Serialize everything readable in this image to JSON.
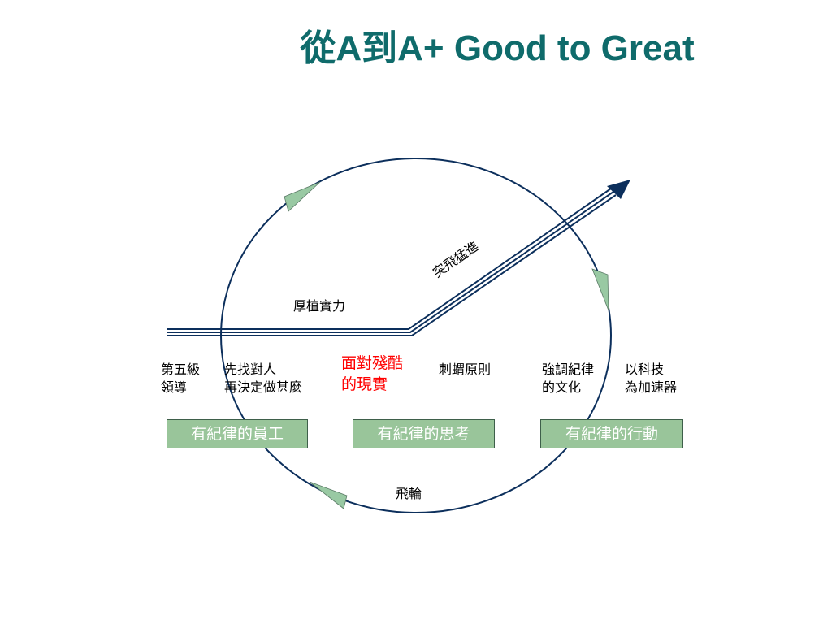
{
  "colors": {
    "title": "#0f6b6b",
    "circle": "#0c2f5c",
    "arrow": "#0c2f5c",
    "flow_marker": "#99c9a3",
    "box_fill": "#99c59a",
    "emphasis": "#ff0000"
  },
  "title": "從A到A+ Good to Great",
  "labels": {
    "foundation": "厚植實力",
    "breakthrough": "突飛猛進",
    "flywheel": "飛輪",
    "level5": "第五級\n領導",
    "first_who": "先找對人\n再決定做甚麼",
    "brutal_facts": "面對殘酷\n的現實",
    "hedgehog": "刺蝟原則",
    "culture": "強調紀律\n的文化",
    "technology": "以科技\n為加速器"
  },
  "boxes": {
    "people": "有紀律的員工",
    "thought": "有紀律的思考",
    "action": "有紀律的行動"
  }
}
